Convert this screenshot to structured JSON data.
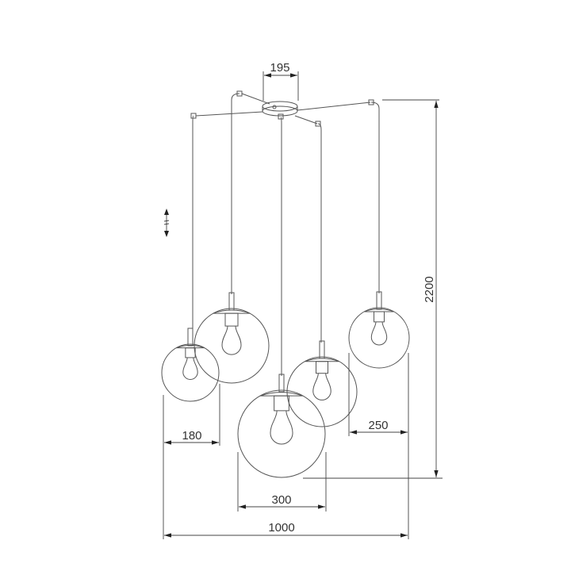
{
  "dimensions": {
    "canopy_width": "195",
    "total_height": "2200",
    "small_globe_diameter": "180",
    "medium_globe_diameter": "250",
    "large_globe_diameter": "300",
    "total_width": "1000"
  },
  "icons": {
    "height_adjust": "height-adjustable-icon"
  },
  "colors": {
    "line": "#555555",
    "background": "#ffffff"
  }
}
